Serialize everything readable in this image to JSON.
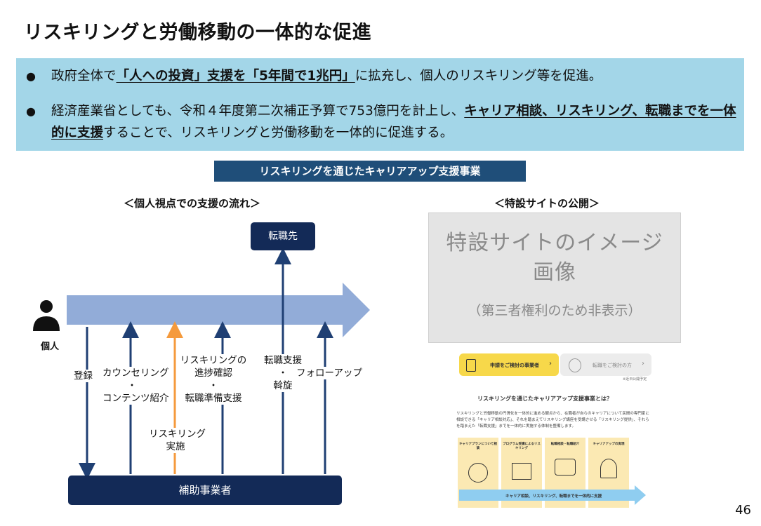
{
  "title": "リスキリングと労働移動の一体的な促進",
  "summary": {
    "bullet1": {
      "pre": "政府全体で",
      "emph": "「人への投資」支援を「5年間で1兆円」",
      "post": "に拡充し、個人のリスキリング等を促進。"
    },
    "bullet2": {
      "pre": "経済産業省としても、令和４年度第二次補正予算で753億円を計上し、",
      "emph": "キャリア相談、リスキリング、転職までを一体的に支援",
      "post": "することで、リスキリングと労働移動を一体的に促進する。"
    }
  },
  "banner": "リスキリングを通じたキャリアアップ支援事業",
  "flow": {
    "heading": "＜個人視点での支援の流れ＞",
    "person_label": "個人",
    "destination": "転職先",
    "operator": "補助事業者",
    "labels": {
      "register": "登録",
      "counseling_1": "カウンセリング",
      "counseling_dot": "・",
      "counseling_2": "コンテンツ紹介",
      "progress_1": "リスキリングの",
      "progress_2": "進捗確認",
      "progress_dot": "・",
      "progress_3": "転職準備支援",
      "reskill_1": "リスキリング",
      "reskill_2": "実施",
      "job_1": "転職支援",
      "job_dot": "・",
      "job_2": "斡旋",
      "followup": "フォローアップ"
    },
    "colors": {
      "navy": "#1f3f73",
      "orange": "#f59a3c",
      "band": "#92acd8"
    }
  },
  "site": {
    "heading": "＜特設サイトの公開＞",
    "placeholder_main_1": "特設サイトのイメージ",
    "placeholder_main_2": "画像",
    "placeholder_sub": "（第三者権利のため非表示）",
    "btn_primary": "申請をご検討の事業者",
    "btn_secondary": "転職をご検討の方",
    "small_note": "※近日公開予定",
    "section_title": "リスキリングを通じたキャリアアップ支援事業とは？",
    "body_text": "リスキリングと労働移動の円滑化を一体的に進める観点から、在職者が自らのキャリアについて民間の専門家に相談できる「キャリア相談対応」、それを踏まえてリスキリング講座を受講させる「リスキリング提供」、それらを踏まえた「転職支援」までを一体的に実施する体制を整備します。",
    "cards": [
      "キャリアプランについて相談",
      "プログラム受講によるリスキリング",
      "転職相談・転職紹介",
      "キャリアアップの実現"
    ],
    "footer_arrow": "キャリア相談、リスキリング、転職までを一体的に支援"
  },
  "page_number": "46"
}
